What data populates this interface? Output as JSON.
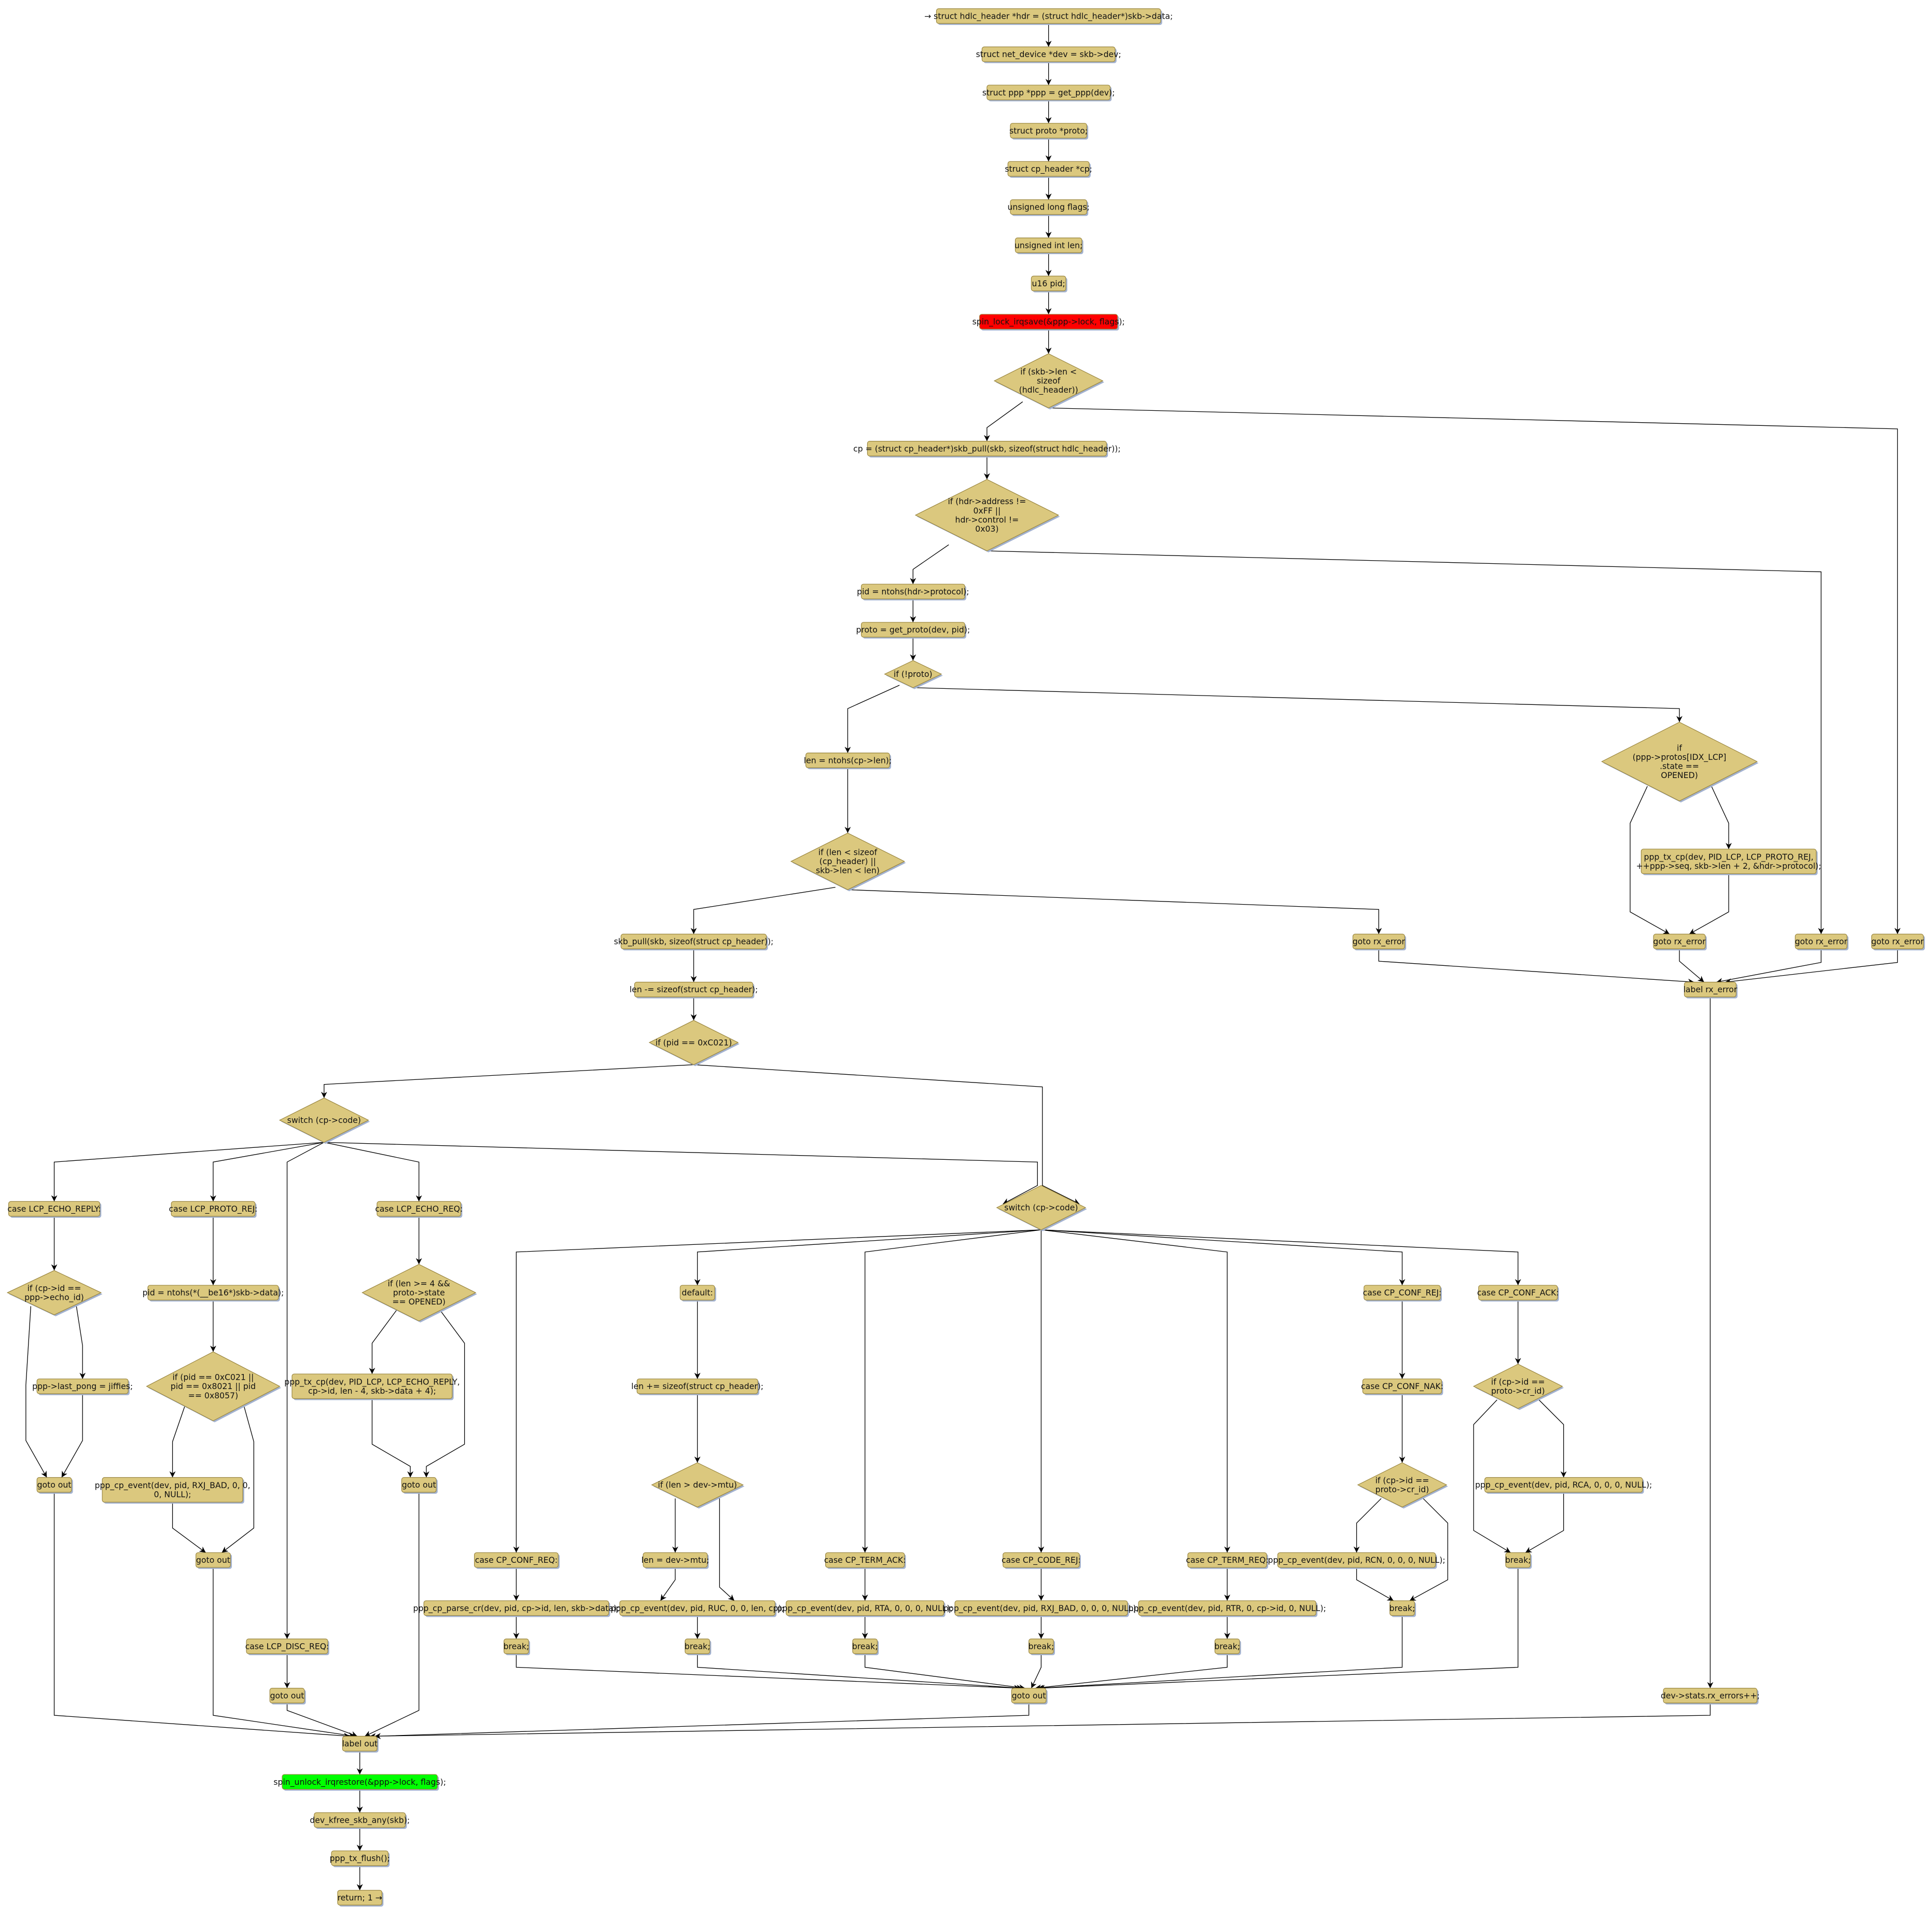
{
  "title": "Control-flow graph: cisco/ppp receive handler",
  "colors": {
    "node_fill": "#dbc87e",
    "node_border": "#9a8640",
    "shadow": "#a3b2cf",
    "lock": "#ff0000",
    "unlock": "#00ff00"
  },
  "nodes": {
    "n1": [
      "→ struct hdlc_header *hdr = (struct hdlc_header*)skb->data;"
    ],
    "n2": [
      "struct net_device *dev = skb->dev;"
    ],
    "n3": [
      "struct ppp *ppp = get_ppp(dev);"
    ],
    "n4": [
      "struct proto *proto;"
    ],
    "n5": [
      "struct cp_header *cp;"
    ],
    "n6": [
      "unsigned long flags;"
    ],
    "n7": [
      "unsigned int len;"
    ],
    "n8": [
      "u16 pid;"
    ],
    "n9": [
      "spin_lock_irqsave(&ppp->lock, flags);"
    ],
    "d1": [
      "if (skb->len <",
      "sizeof",
      "(hdlc_header))"
    ],
    "n10": [
      "cp = (struct cp_header*)skb_pull(skb, sizeof(struct hdlc_header));"
    ],
    "d2": [
      "if (hdr->address !=",
      "0xFF ||",
      "hdr->control !=",
      "0x03)"
    ],
    "n11": [
      "pid = ntohs(hdr->protocol);"
    ],
    "n12": [
      "proto = get_proto(dev, pid);"
    ],
    "d3": [
      "if (!proto)"
    ],
    "n13": [
      "len = ntohs(cp->len);"
    ],
    "d4": [
      "if (len < sizeof",
      "(cp_header) ||",
      "skb->len < len)"
    ],
    "d5": [
      "if",
      "(ppp->protos[IDX_LCP]",
      ".state ==",
      "OPENED)"
    ],
    "n14": [
      "ppp_tx_cp(dev, PID_LCP, LCP_PROTO_REJ,",
      "++ppp->seq, skb->len + 2, &hdr->protocol);"
    ],
    "g1": [
      "goto rx_error"
    ],
    "g2": [
      "goto rx_error"
    ],
    "g3": [
      "goto rx_error"
    ],
    "g4": [
      "goto rx_error"
    ],
    "lrx": [
      "label rx_error"
    ],
    "rxinc": [
      "dev->stats.rx_errors++;"
    ],
    "n15": [
      "skb_pull(skb, sizeof(struct cp_header));"
    ],
    "n16": [
      "len -= sizeof(struct cp_header);"
    ],
    "d6": [
      "if (pid == 0xC021)"
    ],
    "d7": [
      "switch (cp->code)"
    ],
    "d8": [
      "switch (cp->code)"
    ],
    "c1": [
      "case LCP_ECHO_REPLY:"
    ],
    "c2": [
      "case LCP_PROTO_REJ:"
    ],
    "c3": [
      "case LCP_ECHO_REQ:"
    ],
    "c4": [
      "case LCP_DISC_REQ:"
    ],
    "d9": [
      "if (cp->id ==",
      "ppp->echo_id)"
    ],
    "pong": [
      "ppp->last_pong = jiffies;"
    ],
    "go1": [
      "goto out"
    ],
    "pid2": [
      "pid = ntohs(*(__be16*)skb->data);"
    ],
    "d10": [
      "if (pid == 0xC021 ||",
      "pid == 0x8021 || pid",
      "== 0x8057)"
    ],
    "rxj1": [
      "ppp_cp_event(dev, pid, RXJ_BAD, 0, 0,",
      "0, NULL);"
    ],
    "go2": [
      "goto out"
    ],
    "d11": [
      "if (len >= 4 &&",
      "proto->state",
      "== OPENED)"
    ],
    "echo": [
      "ppp_tx_cp(dev, PID_LCP, LCP_ECHO_REPLY,",
      "cp->id, len - 4, skb->data + 4);"
    ],
    "go3": [
      "goto out"
    ],
    "go4": [
      "goto out"
    ],
    "r1": [
      "case CP_CONF_REQ:"
    ],
    "r1a": [
      "ppp_cp_parse_cr(dev, pid, cp->id, len, skb->data);"
    ],
    "r1b": [
      "break;"
    ],
    "r2": [
      "default:"
    ],
    "r2a": [
      "len += sizeof(struct cp_header);"
    ],
    "d12": [
      "if (len > dev->mtu)"
    ],
    "r2b": [
      "len = dev->mtu;"
    ],
    "r2c": [
      "ppp_cp_event(dev, pid, RUC, 0, 0, len, cp);"
    ],
    "r2d": [
      "break;"
    ],
    "r3": [
      "case CP_TERM_ACK:"
    ],
    "r3a": [
      "ppp_cp_event(dev, pid, RTA, 0, 0, 0, NULL);"
    ],
    "r3b": [
      "break;"
    ],
    "r4": [
      "case CP_CODE_REJ:"
    ],
    "r4a": [
      "ppp_cp_event(dev, pid, RXJ_BAD, 0, 0, 0, NULL);"
    ],
    "r4b": [
      "break;"
    ],
    "r5": [
      "case CP_TERM_REQ:"
    ],
    "r5a": [
      "ppp_cp_event(dev, pid, RTR, 0, cp->id, 0, NULL);"
    ],
    "r5b": [
      "break;"
    ],
    "r6": [
      "case CP_CONF_REJ:"
    ],
    "r6a": [
      "case CP_CONF_NAK:"
    ],
    "d13": [
      "if (cp->id ==",
      "proto->cr_id)"
    ],
    "r6b": [
      "ppp_cp_event(dev, pid, RCN, 0, 0, 0, NULL);"
    ],
    "r6c": [
      "break;"
    ],
    "r7": [
      "case CP_CONF_ACK:"
    ],
    "d14": [
      "if (cp->id ==",
      "proto->cr_id)"
    ],
    "r7a": [
      "ppp_cp_event(dev, pid, RCA, 0, 0, 0, NULL);"
    ],
    "r7b": [
      "break;"
    ],
    "go5": [
      "goto out"
    ],
    "lout": [
      "label out"
    ],
    "unlock": [
      "spin_unlock_irqrestore(&ppp->lock, flags);"
    ],
    "kfree": [
      "dev_kfree_skb_any(skb);"
    ],
    "flush": [
      "ppp_tx_flush();"
    ],
    "ret": [
      "return; 1 →"
    ]
  }
}
